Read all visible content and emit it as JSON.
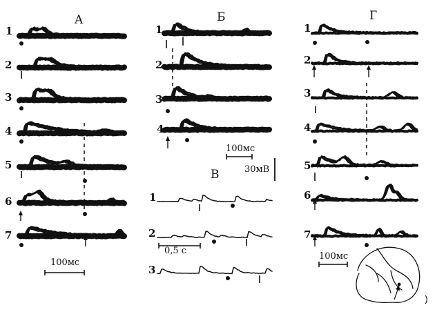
{
  "figure": {
    "ink_color": "#111111",
    "background": "#ffffff",
    "panels": [
      {
        "key": "A",
        "title": "A",
        "rows": [
          "1",
          "2",
          "3",
          "4",
          "5",
          "6",
          "7"
        ],
        "time_scale": "100мс"
      },
      {
        "key": "B",
        "title": "Б",
        "rows": [
          "1",
          "2",
          "3",
          "4"
        ],
        "time_scale": "100мс"
      },
      {
        "key": "V",
        "title": "В",
        "rows": [
          "1",
          "2",
          "3"
        ],
        "voltage_scale": "30мВ",
        "time_scale": "0,5 с"
      },
      {
        "key": "G",
        "title": "Г",
        "rows": [
          "1",
          "2",
          "3",
          "4",
          "5",
          "6",
          "7"
        ],
        "time_scale": "100мс"
      }
    ],
    "inset": {
      "icon": "brain-sketch-icon"
    }
  }
}
